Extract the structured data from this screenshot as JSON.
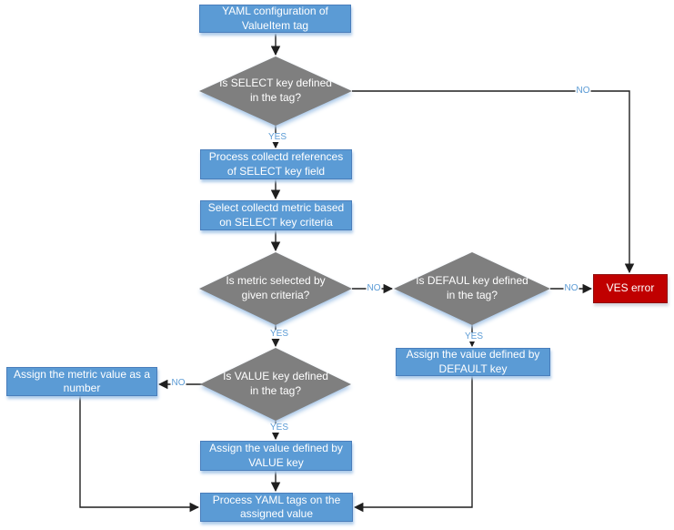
{
  "nodes": {
    "yaml_config": {
      "label": "YAML configuration of ValueItem tag"
    },
    "select_key": {
      "label": "Is SELECT key defined in the tag?"
    },
    "process_refs": {
      "label": "Process collectd references of SELECT key field"
    },
    "select_metric": {
      "label": "Select collectd metric based on SELECT key criteria"
    },
    "metric_selected": {
      "label": "Is metric selected by given criteria?"
    },
    "default_key": {
      "label": "Is DEFAUL key defined in the tag?"
    },
    "ves_error": {
      "label": "VES error"
    },
    "assign_default": {
      "label": "Assign the value defined by DEFAULT key"
    },
    "value_key": {
      "label": "Is VALUE key defined in the tag?"
    },
    "assign_number": {
      "label": "Assign the metric value as a number"
    },
    "assign_value": {
      "label": "Assign the value defined by VALUE key"
    },
    "process_tags": {
      "label": "Process YAML tags on the assigned value"
    }
  },
  "edge_labels": {
    "select_yes": "YES",
    "select_no": "NO",
    "metric_yes": "YES",
    "metric_no": "NO",
    "default_yes": "YES",
    "default_no": "NO",
    "value_yes": "YES",
    "value_no": "NO"
  },
  "colors": {
    "process_fill": "#5B9BD5",
    "process_border": "#4A7EBB",
    "decision_fill": "#7F7F7F",
    "error_fill": "#C00000",
    "error_border": "#8F1010",
    "connector": "#1F1F1F",
    "edge_label": "#5B9BD5",
    "glow": "#A8C7E8",
    "text": "#FFFFFF",
    "background": "#FFFFFF"
  }
}
